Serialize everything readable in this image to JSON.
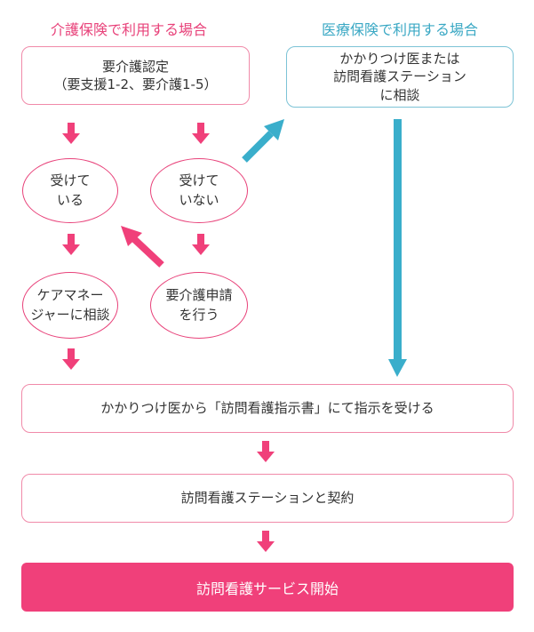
{
  "headers": {
    "kaigo": "介護保険で利用する場合",
    "iryo": "医療保険で利用する場合"
  },
  "nodes": {
    "certification": "要介護認定\n（要支援1-2、要介護1-5）",
    "consult_doctor": "かかりつけ医または\n訪問看護ステーション\nに相談",
    "received": "受けて\nいる",
    "not_received": "受けて\nいない",
    "care_manager": "ケアマネー\nジャーに相談",
    "apply": "要介護申請\nを行う",
    "instruction": "かかりつけ医から「訪問看護指示書」にて指示を受ける",
    "contract": "訪問看護ステーションと契約",
    "start": "訪問看護サービス開始"
  },
  "colors": {
    "pink_accent": "#f0407a",
    "pink_text": "#e8427a",
    "pink_border": "#f08aa9",
    "blue_accent": "#3aaecb",
    "blue_border": "#7cc3d6"
  }
}
